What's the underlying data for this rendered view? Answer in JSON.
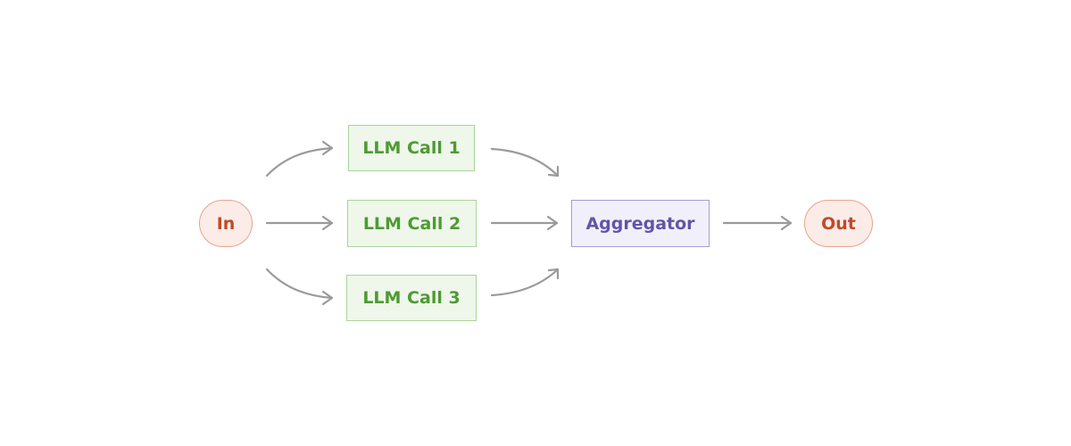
{
  "nodes": {
    "input": "In",
    "llm_call_1": "LLM Call 1",
    "llm_call_2": "LLM Call 2",
    "llm_call_3": "LLM Call 3",
    "aggregator": "Aggregator",
    "output": "Out"
  },
  "colors": {
    "io_fill": "#fbece7",
    "io_border": "#e8a38f",
    "io_text": "#c04a28",
    "llm_fill": "#eef7ea",
    "llm_border": "#a9d49a",
    "llm_text": "#4e9a34",
    "aggregator_fill": "#f1f0fa",
    "aggregator_border": "#a59bd6",
    "aggregator_text": "#6155a8",
    "arrow": "#9a9a98"
  },
  "edges": [
    {
      "from": "In",
      "to": "LLM Call 1"
    },
    {
      "from": "In",
      "to": "LLM Call 2"
    },
    {
      "from": "In",
      "to": "LLM Call 3"
    },
    {
      "from": "LLM Call 1",
      "to": "Aggregator"
    },
    {
      "from": "LLM Call 2",
      "to": "Aggregator"
    },
    {
      "from": "LLM Call 3",
      "to": "Aggregator"
    },
    {
      "from": "Aggregator",
      "to": "Out"
    }
  ]
}
